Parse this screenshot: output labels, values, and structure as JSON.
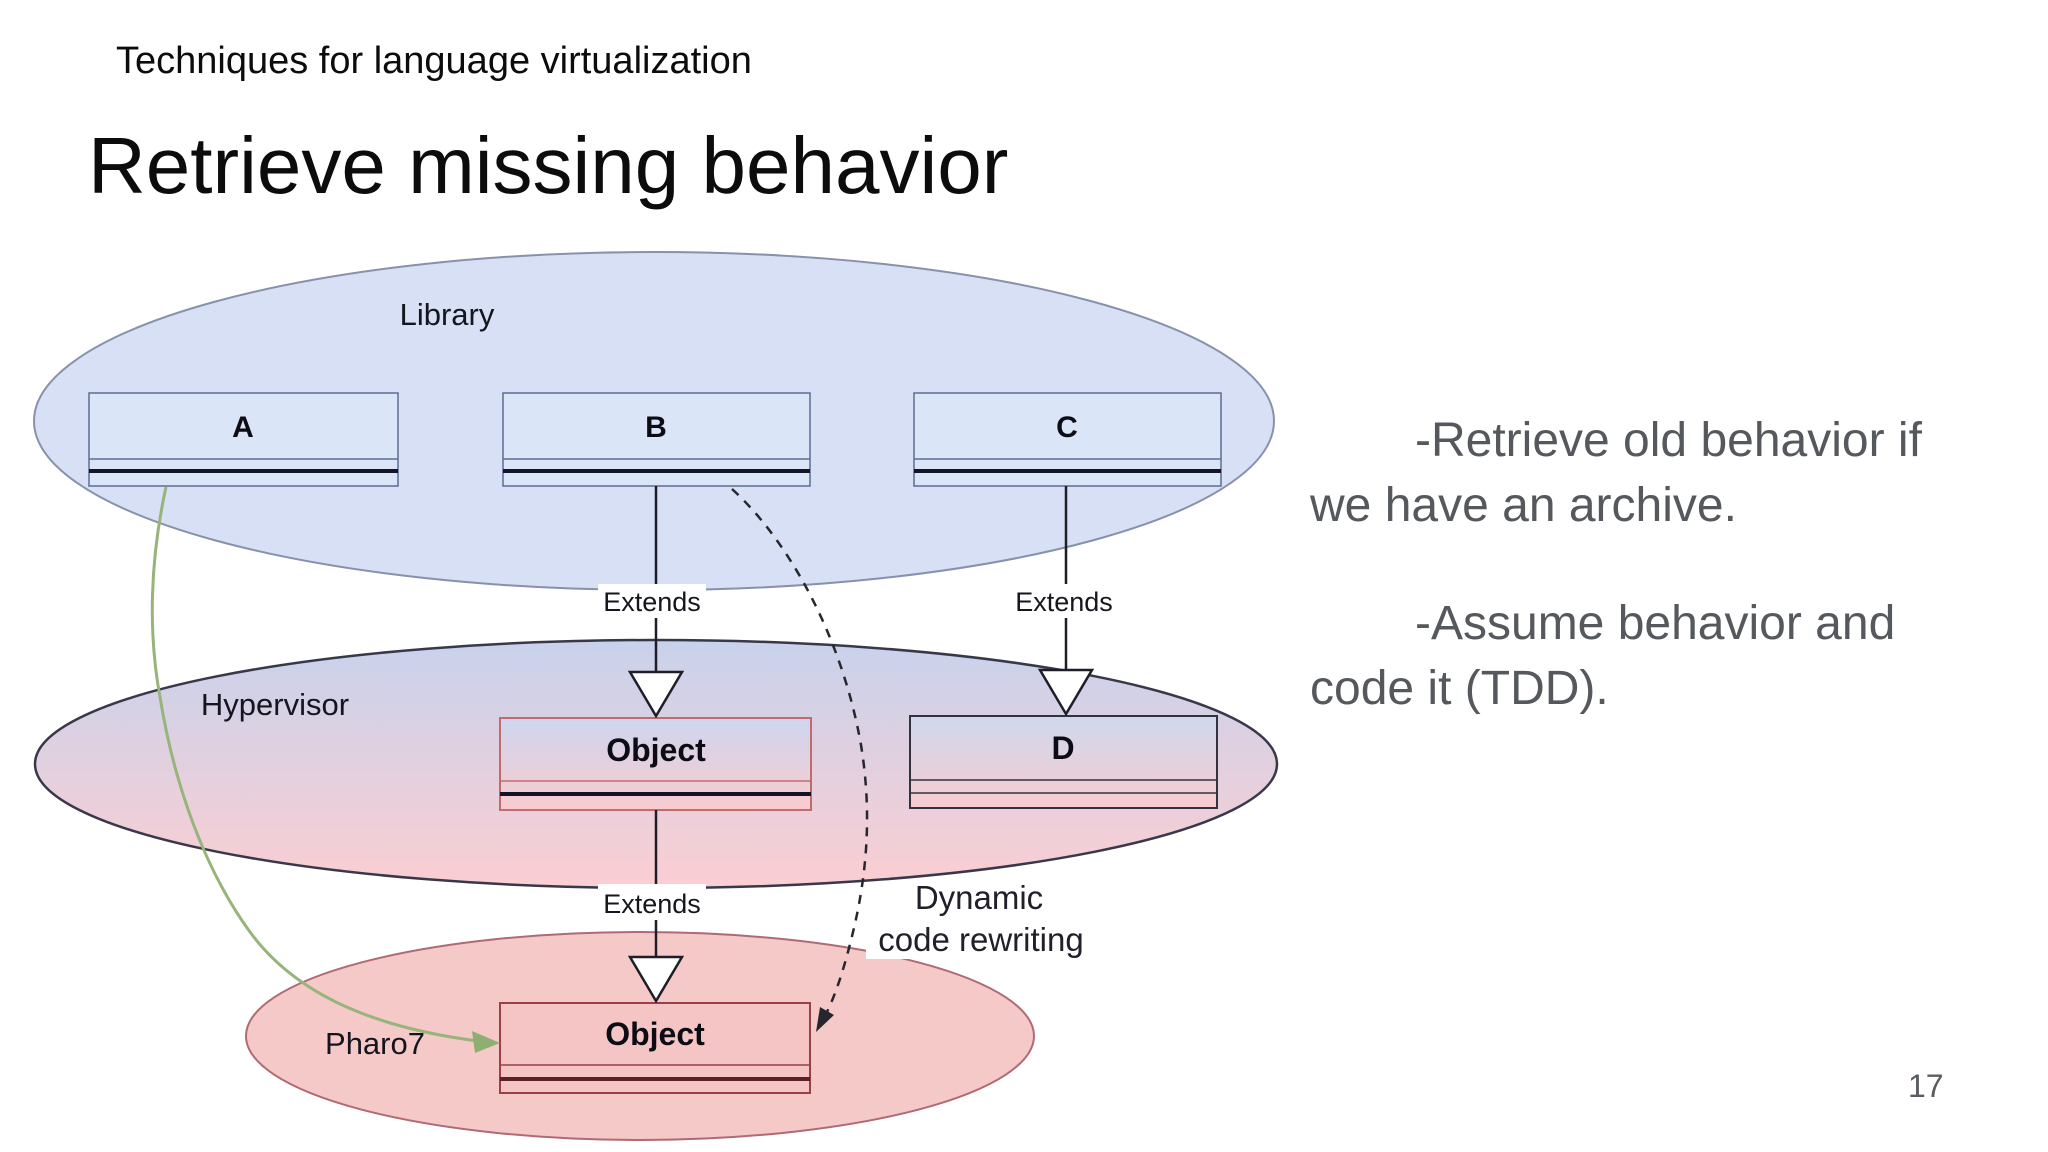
{
  "slide": {
    "eyebrow": "Techniques for language virtualization",
    "title": "Retrieve missing behavior",
    "page_number": "17"
  },
  "notes": {
    "bullet1": {
      "line1": "-Retrieve old behavior if",
      "line2": "we have an archive."
    },
    "bullet2": {
      "line1": "-Assume behavior and",
      "line2": "code it (TDD)."
    }
  },
  "diagram": {
    "library": {
      "label": "Library",
      "classes": {
        "a": "A",
        "b": "B",
        "c": "C"
      }
    },
    "hypervisor": {
      "label": "Hypervisor",
      "object_class": "Object",
      "d_class": "D"
    },
    "pharo": {
      "label": "Pharo7",
      "object_class": "Object"
    },
    "edges": {
      "extends_b": "Extends",
      "extends_c": "Extends",
      "extends_object": "Extends",
      "dynamic_line1": "Dynamic",
      "dynamic_line2": "code rewriting"
    }
  },
  "colors": {
    "library_fill": "#d7e0f4",
    "library_stroke": "#8791ac",
    "class_box_fill": "#dbe5f8",
    "class_box_stroke": "#5c6c93",
    "hypervisor_gradient_top": "#c8d2ec",
    "hypervisor_gradient_bottom": "#fbced2",
    "hypervisor_stroke": "#38384a",
    "object_box_gradient_top": "#cdd6ef",
    "object_box_gradient_bottom": "#f9cbce",
    "object_box_stroke": "#c16b70",
    "d_box_stroke": "#33333f",
    "pharo_fill": "#f6c9c9",
    "pharo_stroke": "#b06a73",
    "pharo_box_fill": "#f5c5c5",
    "pharo_box_stroke": "#9a4046",
    "green_arrow": "#97b47b",
    "dashed_arrow": "#26262e",
    "notes_text": "#55585c",
    "title_text": "#0c0c0c"
  }
}
